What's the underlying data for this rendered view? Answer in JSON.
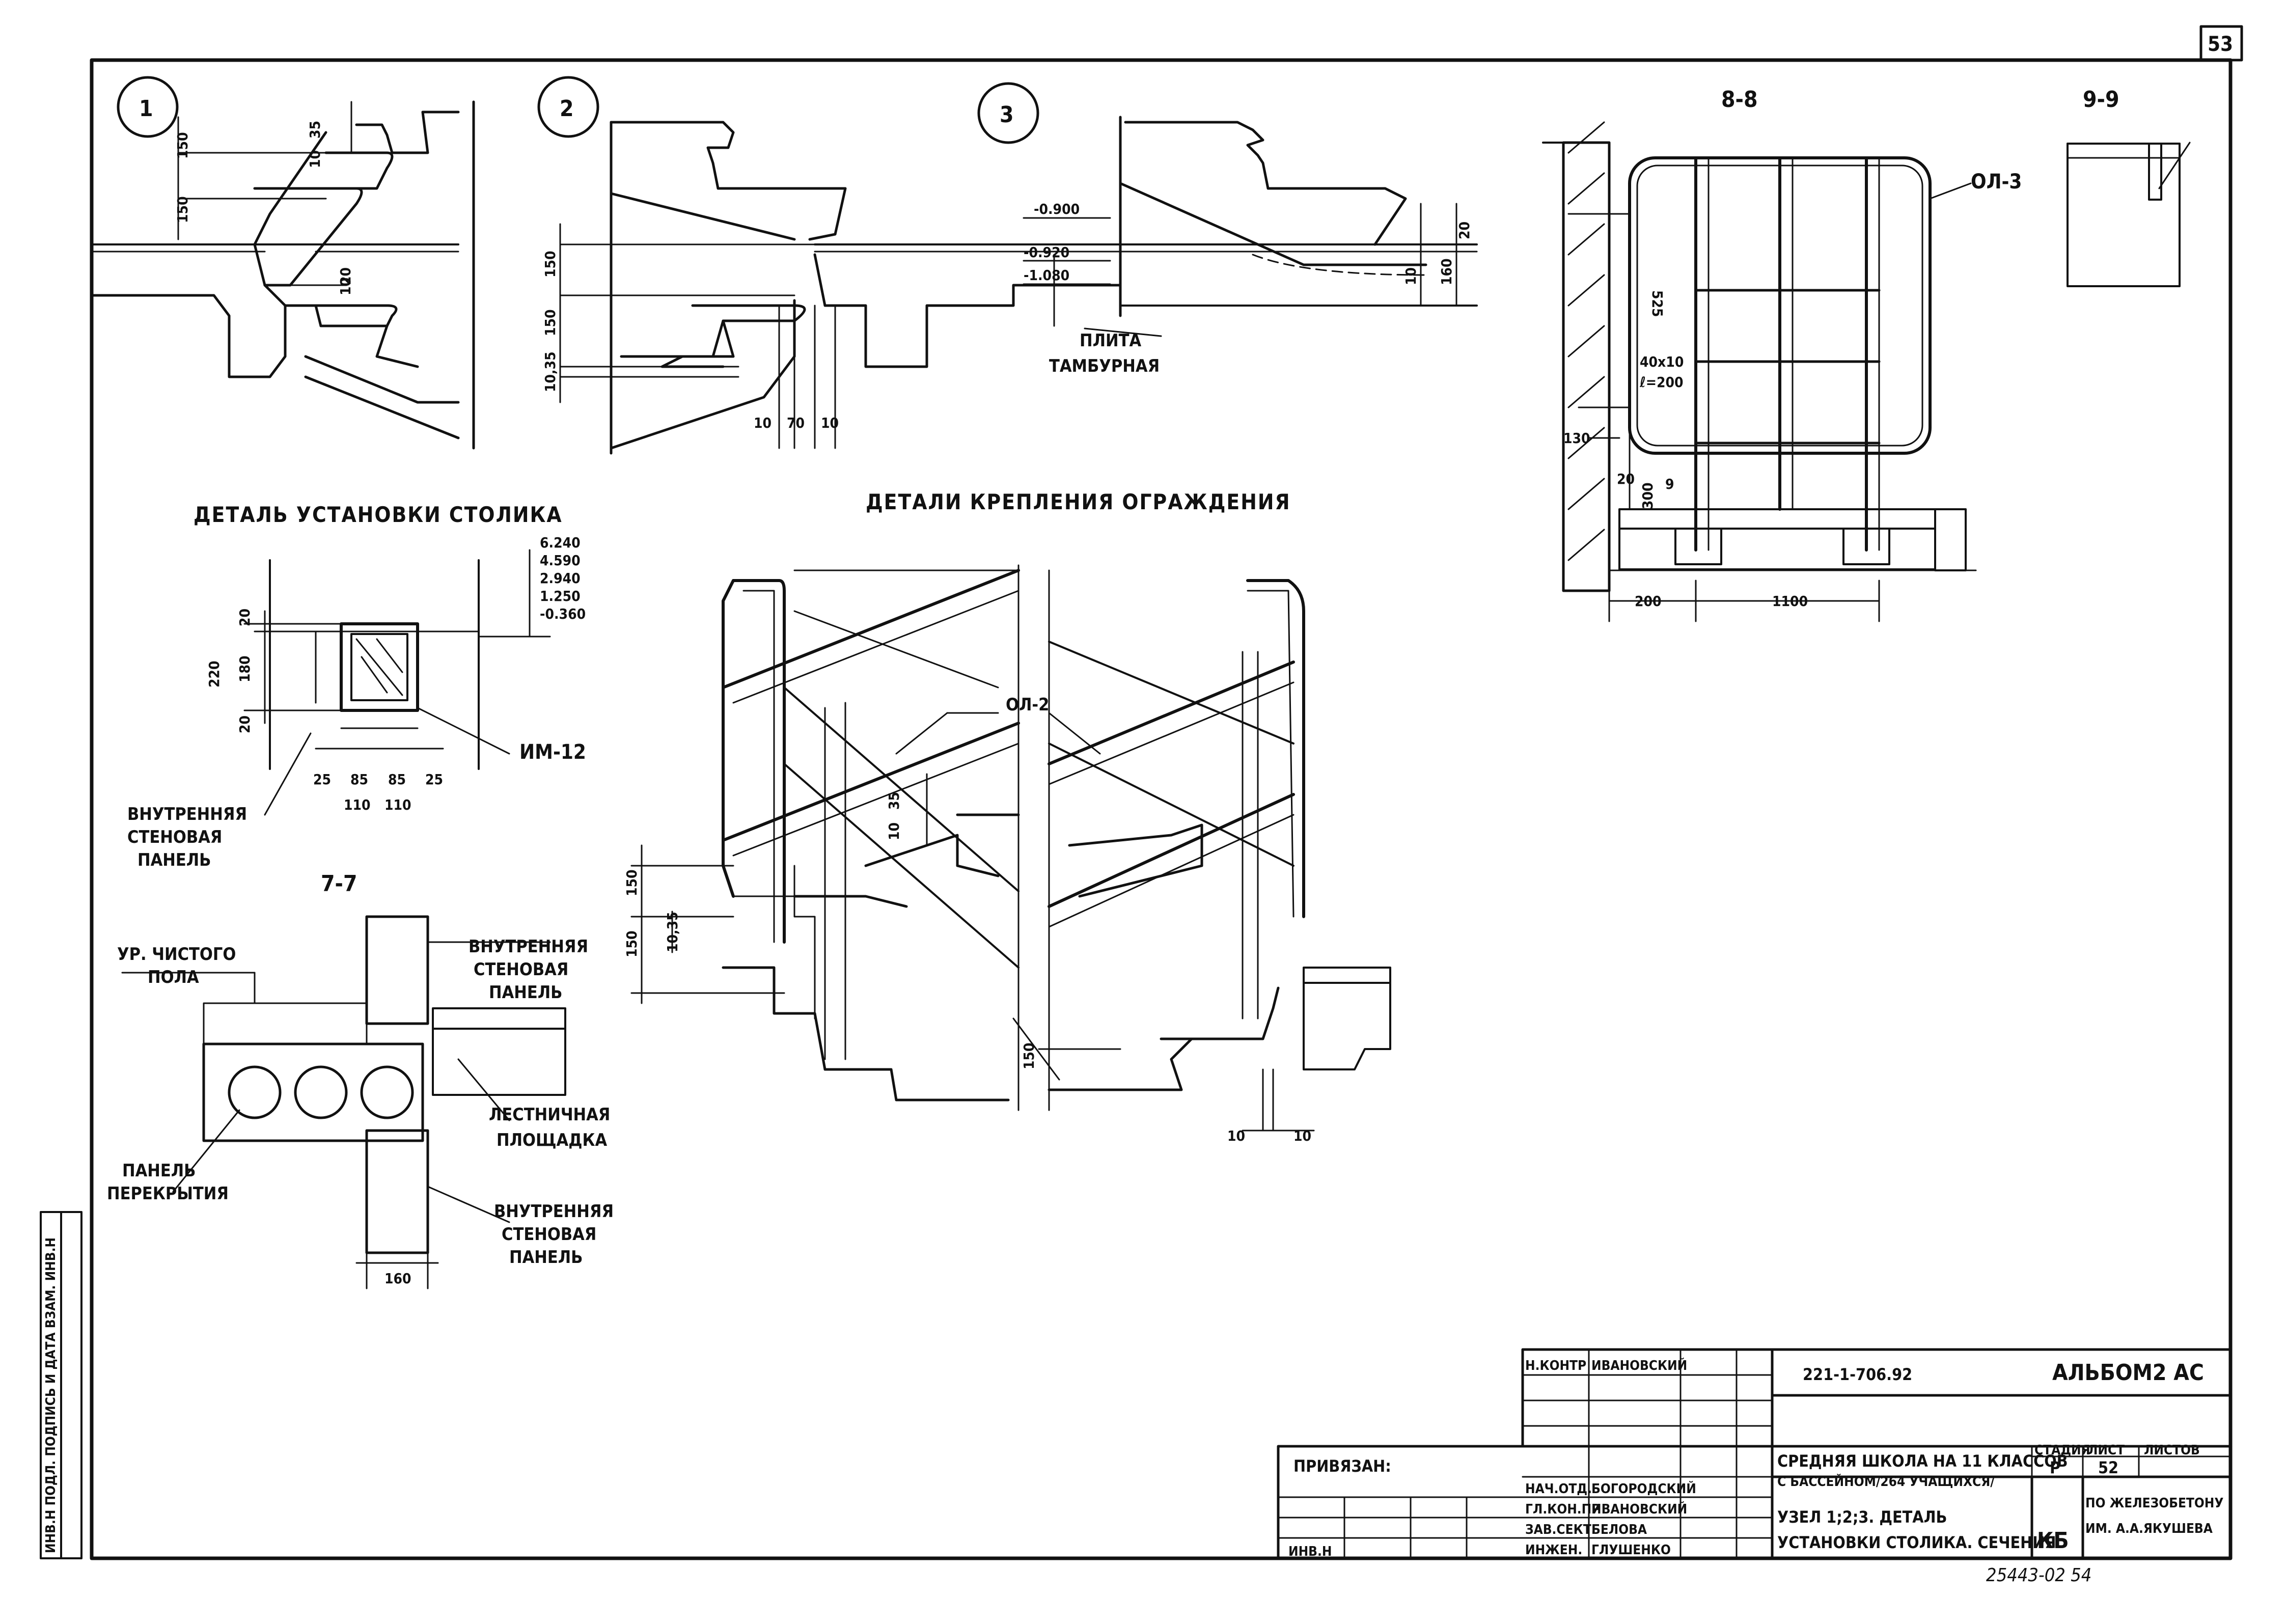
{
  "sheet": {
    "sheet_number_corner": "53",
    "archive_number": "25443-02 54"
  },
  "detail_markers": [
    "1",
    "2",
    "3"
  ],
  "sections": {
    "s88": "8-8",
    "s99": "9-9",
    "s77": "7-7"
  },
  "headings": {
    "table_install": "ДЕТАЛЬ УСТАНОВКИ СТОЛИКА",
    "railing_details": "ДЕТАЛИ КРЕПЛЕНИЯ ОГРАЖДЕНИЯ"
  },
  "dims": {
    "d1": [
      "150",
      "150",
      "10",
      "35",
      "10",
      "20"
    ],
    "d2": [
      "150",
      "150",
      "10,35",
      "10",
      "70",
      "10"
    ],
    "d3": [
      "-0.900",
      "-0.920",
      "-1.080",
      "20",
      "10",
      "160"
    ],
    "d88": [
      "525",
      "40x10",
      "ℓ=200",
      "130",
      "300",
      "20",
      "200",
      "1100",
      "9"
    ],
    "table": [
      "220",
      "180",
      "20",
      "20",
      "25",
      "85",
      "85",
      "25",
      "110",
      "110"
    ],
    "levels": [
      "6.240",
      "4.590",
      "2.940",
      "1.250",
      "-0.360"
    ],
    "railing": [
      "150",
      "150",
      "10,35",
      "10",
      "35",
      "150",
      "10",
      "10"
    ],
    "s77": [
      "160"
    ]
  },
  "labels": {
    "plita": "ПЛИТА",
    "tambur": "ТАМБУРНАЯ",
    "ol3": "ОЛ-3",
    "ol2": "ОЛ-2",
    "im12": "ИМ-12",
    "inner_wall_a": "ВНУТРЕННЯЯ",
    "inner_wall_b": "СТЕНОВАЯ",
    "inner_wall_c": "ПАНЕЛЬ",
    "floor_a": "УР. ЧИСТОГО",
    "floor_b": "ПОЛА",
    "stair_a": "ЛЕСТНИЧНАЯ",
    "stair_b": "ПЛОЩАДКА",
    "slab_a": "ПАНЕЛЬ",
    "slab_b": "ПЕРЕКРЫТИЯ"
  },
  "side_stamp": "ИНВ.Н ПОДЛ. ПОДПИСЬ И ДАТА ВЗАМ. ИНВ.Н",
  "title_block": {
    "privyazan": "ПРИВЯЗАН:",
    "inv": "ИНВ.Н",
    "project_code": "221-1-706.92",
    "album": "АЛЬБОМ2 АС",
    "project_title_1": "СРЕДНЯЯ ШКОЛА НА 11 КЛАССОВ",
    "project_title_2": "С БАССЕЙНОМ/264 УЧАЩИХСЯ/",
    "sheet_title_1": "УЗЕЛ 1;2;3. ДЕТАЛЬ",
    "sheet_title_2": "УСТАНОВКИ СТОЛИКА. СЕЧЕНИЯ",
    "stage_h": "СТАДИЯ",
    "sheet_h": "ЛИСТ",
    "sheets_h": "ЛИСТОВ",
    "stage": "Р",
    "sheet": "52",
    "sheets": "",
    "org_1": "ПО ЖЕЛЕЗОБЕТОНУ",
    "org_2": "ИМ. А.А.ЯКУШЕВА",
    "org_logo": "КБ",
    "roles": [
      "Н.КОНТР",
      "НАЧ.ОТД.",
      "ГЛ.КОН.ПР",
      "ЗАВ.СЕКТ.",
      "ИНЖЕН."
    ],
    "names": [
      "ИВАНОВСКИЙ",
      "БОГОРОДСКИЙ",
      "ИВАНОВСКИЙ",
      "БЕЛОВА",
      "ГЛУШЕНКО"
    ]
  }
}
